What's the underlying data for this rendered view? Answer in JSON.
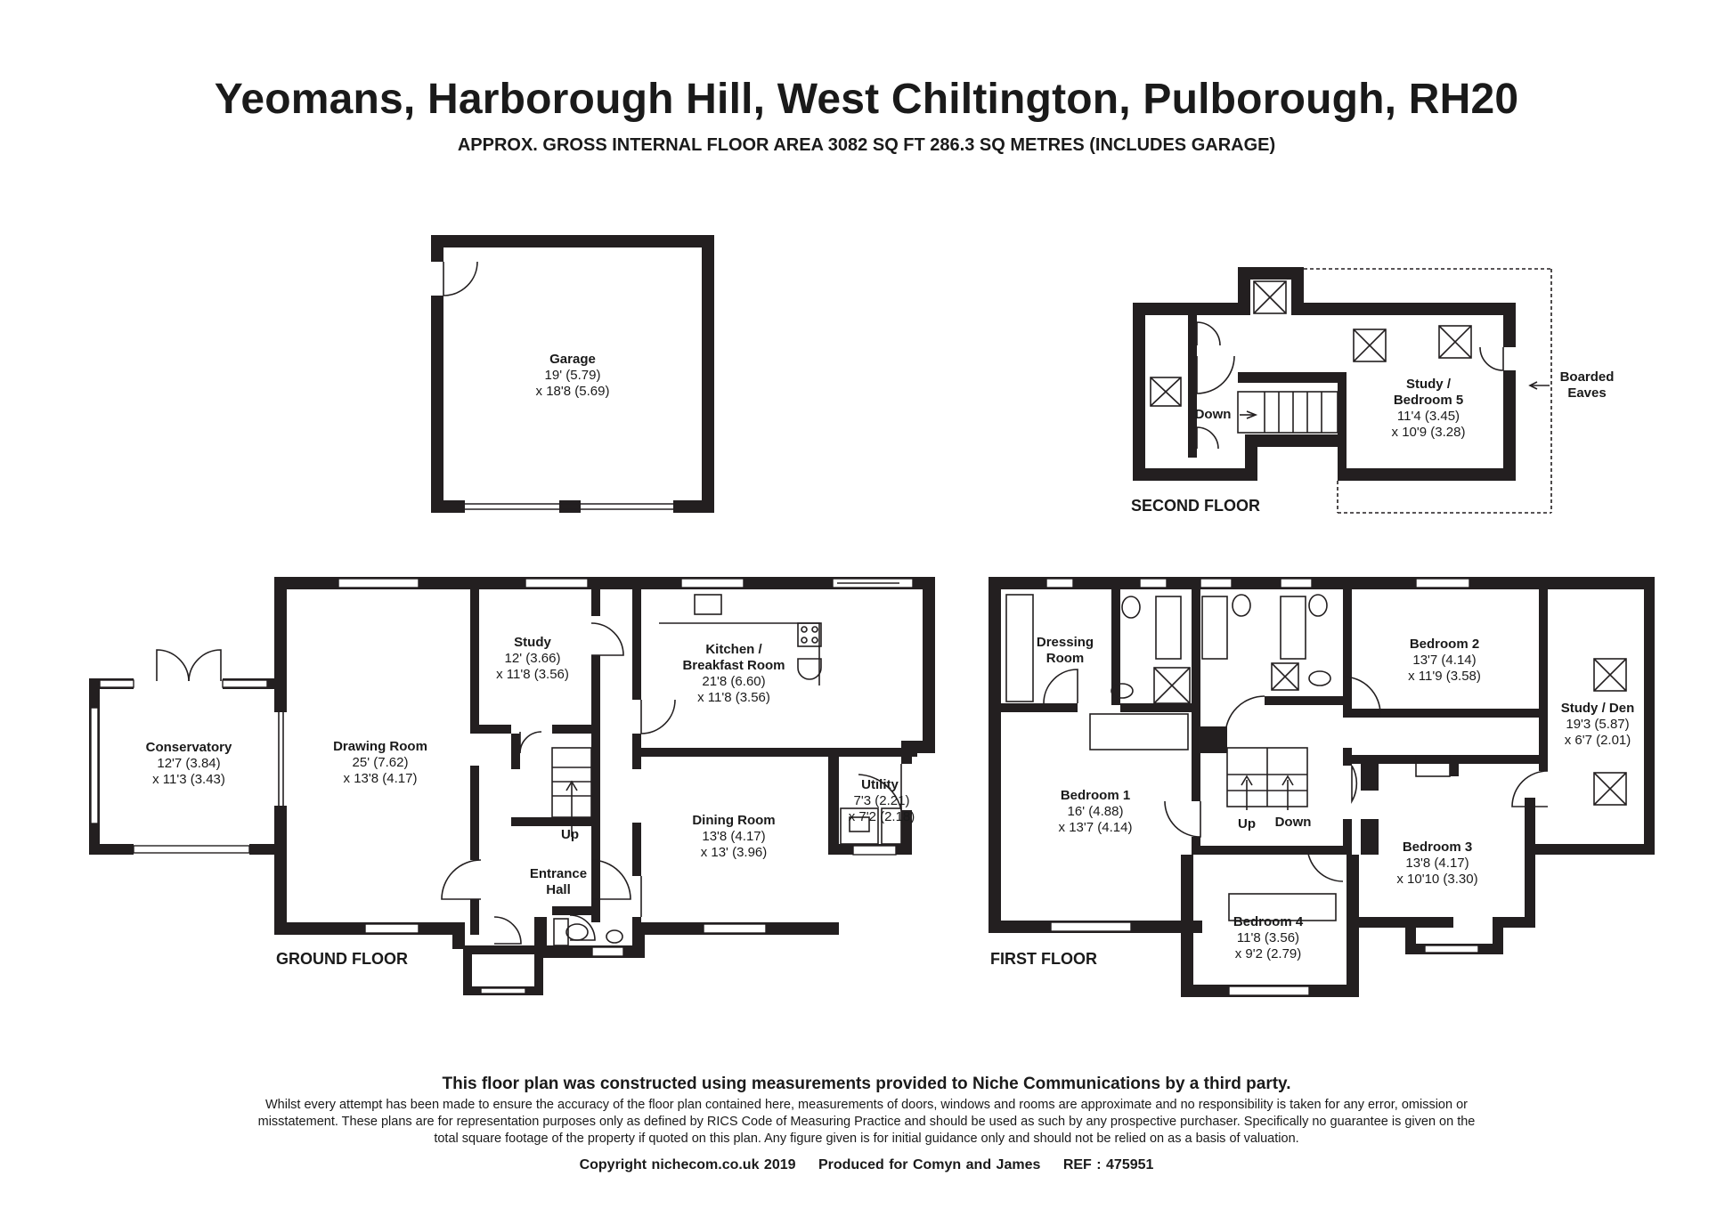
{
  "header": {
    "title": "Yeomans, Harborough Hill, West Chiltington, Pulborough, RH20",
    "subtitle": "APPROX. GROSS INTERNAL FLOOR AREA 3082 SQ FT 286.3 SQ METRES (INCLUDES GARAGE)"
  },
  "floors": {
    "ground": "GROUND FLOOR",
    "first": "FIRST FLOOR",
    "second": "SECOND FLOOR"
  },
  "rooms": {
    "garage": {
      "name": "Garage",
      "dim1": "19' (5.79)",
      "dim2": "x 18'8 (5.69)"
    },
    "conservatory": {
      "name": "Conservatory",
      "dim1": "12'7 (3.84)",
      "dim2": "x 11'3 (3.43)"
    },
    "drawing_room": {
      "name": "Drawing Room",
      "dim1": "25' (7.62)",
      "dim2": "x 13'8 (4.17)"
    },
    "study": {
      "name": "Study",
      "dim1": "12' (3.66)",
      "dim2": "x 11'8 (3.56)"
    },
    "kitchen": {
      "name1": "Kitchen /",
      "name2": "Breakfast Room",
      "dim1": "21'8 (6.60)",
      "dim2": "x 11'8 (3.56)"
    },
    "dining_room": {
      "name": "Dining Room",
      "dim1": "13'8 (4.17)",
      "dim2": "x 13' (3.96)"
    },
    "utility": {
      "name": "Utility",
      "dim1": "7'3 (2.21)",
      "dim2": "x 7'2 (2.18)"
    },
    "entrance_hall": {
      "name1": "Entrance",
      "name2": "Hall"
    },
    "ground_stairs": "Up",
    "dressing_room": {
      "name1": "Dressing",
      "name2": "Room"
    },
    "bedroom1": {
      "name": "Bedroom 1",
      "dim1": "16' (4.88)",
      "dim2": "x 13'7 (4.14)"
    },
    "bedroom2": {
      "name": "Bedroom 2",
      "dim1": "13'7 (4.14)",
      "dim2": "x 11'9 (3.58)"
    },
    "bedroom3": {
      "name": "Bedroom 3",
      "dim1": "13'8 (4.17)",
      "dim2": "x 10'10 (3.30)"
    },
    "bedroom4": {
      "name": "Bedroom 4",
      "dim1": "11'8 (3.56)",
      "dim2": "x 9'2 (2.79)"
    },
    "study_den": {
      "name": "Study / Den",
      "dim1": "19'3 (5.87)",
      "dim2": "x 6'7 (2.01)"
    },
    "first_stairs_up": "Up",
    "first_stairs_down": "Down",
    "study_bed5": {
      "name1": "Study /",
      "name2": "Bedroom 5",
      "dim1": "11'4 (3.45)",
      "dim2": "x 10'9 (3.28)"
    },
    "second_stairs": "Down",
    "boarded_eaves": {
      "line1": "Boarded",
      "line2": "Eaves"
    }
  },
  "footer": {
    "notice": "This floor plan was constructed using measurements provided to Niche Communications by a third party.",
    "disclaimer": "Whilst every attempt has been made to ensure the accuracy of the floor plan contained here, measurements of doors, windows and rooms are approximate and no responsibility is taken for any error, omission or misstatement. These plans are for representation purposes only as defined by RICS Code of Measuring Practice and should be used as such by any prospective purchaser. Specifically no guarantee is given on the total square footage of the property if quoted on this plan. Any figure given is for initial guidance only and should not be relied on as a basis of valuation.",
    "copyright": "Copyright nichecom.co.uk 2019",
    "produced": "Produced for Comyn and James",
    "ref": "REF : 475951"
  }
}
